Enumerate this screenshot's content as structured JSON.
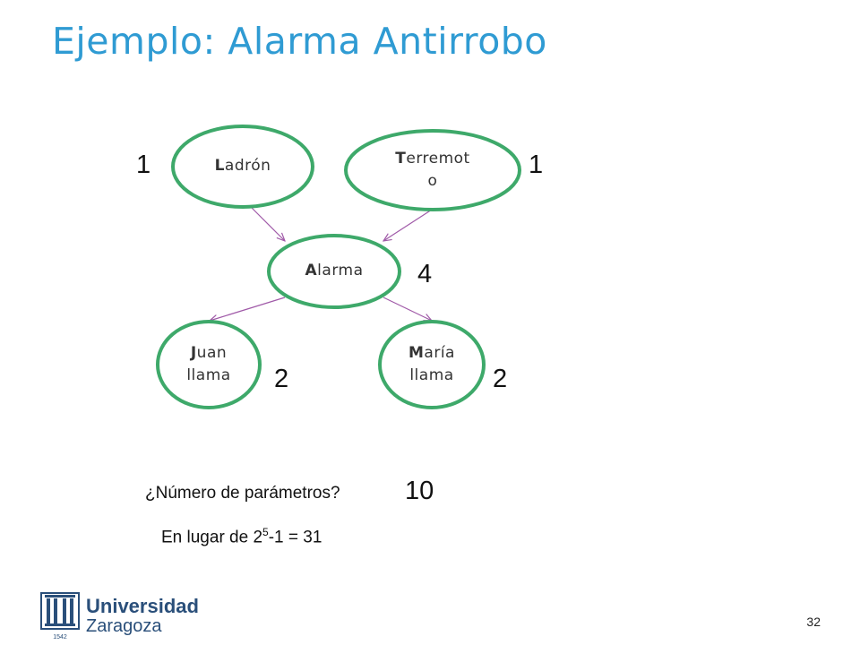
{
  "slide": {
    "title": "Ejemplo: Alarma Antirrobo",
    "page_number": "32"
  },
  "nodes": {
    "ladron": {
      "cap": "L",
      "rest": "adrón",
      "count": "1"
    },
    "terremoto": {
      "cap": "T",
      "rest1": "erremot",
      "line2": "o",
      "count": "1"
    },
    "alarma": {
      "cap": "A",
      "rest": "larma",
      "count": "4"
    },
    "juan": {
      "cap": "J",
      "rest1": "uan",
      "line2": "llama",
      "count": "2"
    },
    "maria": {
      "cap": "M",
      "rest1": "aría",
      "line2": "llama",
      "count": "2"
    }
  },
  "question": {
    "text": "¿Número de parámetros?",
    "answer": "10"
  },
  "note": {
    "prefix": "En lugar de 2",
    "exponent": "5",
    "suffix": "-1 = 31"
  },
  "logo": {
    "line1": "Universidad",
    "line2": "Zaragoza",
    "year": "1542",
    "color": "#2a4f7a"
  },
  "colors": {
    "title": "#2f9bd3",
    "node_stroke": "#3ea96a",
    "edge": "#a05aa8"
  }
}
